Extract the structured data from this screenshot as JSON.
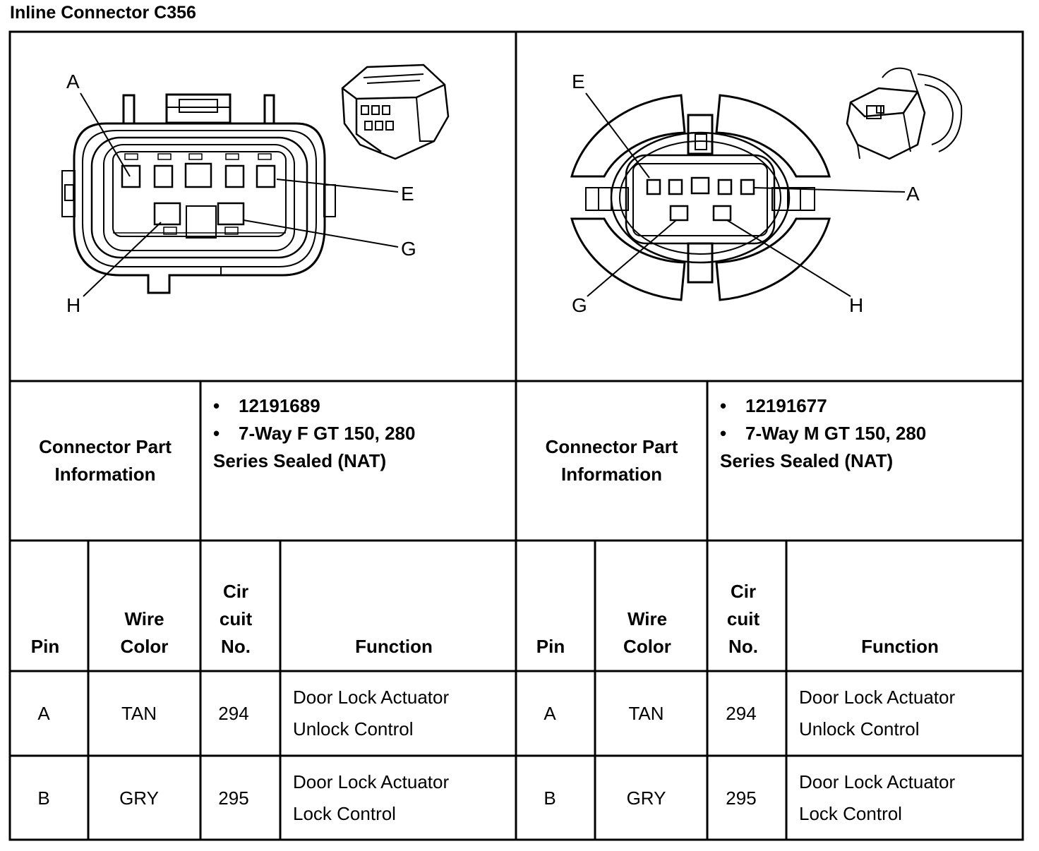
{
  "title": "Inline Connector C356",
  "left_connector": {
    "pin_labels": [
      "A",
      "E",
      "G",
      "H"
    ],
    "part_info_label": [
      "Connector Part",
      "Information"
    ],
    "part_number": "12191689",
    "description_line1": "7-Way F GT 150, 280",
    "description_line2": "Series Sealed (NAT)"
  },
  "right_connector": {
    "pin_labels": [
      "E",
      "A",
      "G",
      "H"
    ],
    "part_info_label": [
      "Connector Part",
      "Information"
    ],
    "part_number": "12191677",
    "description_line1": "7-Way M GT 150, 280",
    "description_line2": "Series Sealed (NAT)"
  },
  "bullet": "•",
  "table_headers": {
    "pin": "Pin",
    "wire_color": [
      "Wire",
      "Color"
    ],
    "circuit_no": [
      "Cir",
      "cuit",
      "No."
    ],
    "function": "Function"
  },
  "rows": [
    {
      "pin": "A",
      "wire_color": "TAN",
      "circuit": "294",
      "function": [
        "Door Lock Actuator",
        "Unlock Control"
      ]
    },
    {
      "pin": "B",
      "wire_color": "GRY",
      "circuit": "295",
      "function": [
        "Door Lock Actuator",
        "Lock Control"
      ]
    }
  ]
}
